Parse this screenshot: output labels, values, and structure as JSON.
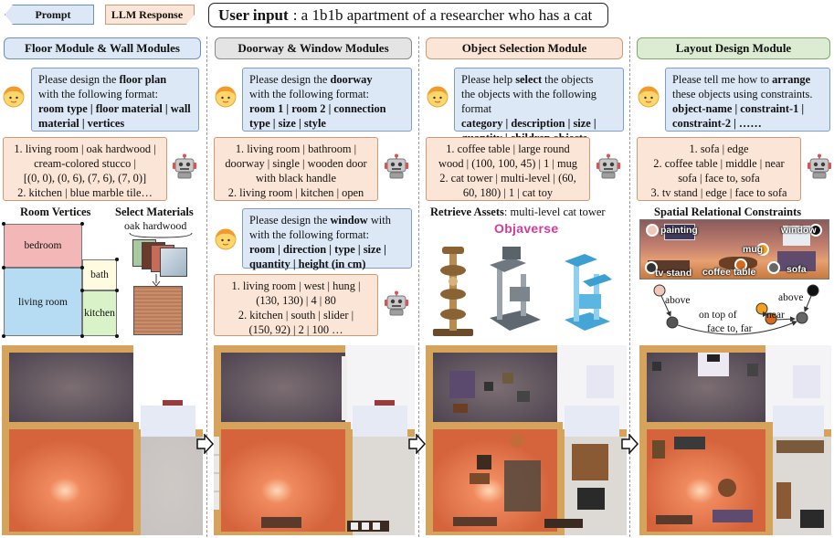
{
  "legend": {
    "prompt": "Prompt",
    "llm_response": "LLM Response"
  },
  "user_input": {
    "label": "User input",
    "text": ": a 1b1b apartment of a researcher who has a cat"
  },
  "columns": [
    {
      "title": "Floor Module & Wall Modules",
      "color": "#dce8f5",
      "border": "#6f8fb8"
    },
    {
      "title": "Doorway & Window Modules",
      "color": "#e4e4e4",
      "border": "#8a8a8a"
    },
    {
      "title": "Object Selection Module",
      "color": "#fbe5d6",
      "border": "#c99a78"
    },
    {
      "title": "Layout Design Module",
      "color": "#dcecd3",
      "border": "#7fa866"
    }
  ],
  "col1": {
    "prompt": {
      "t1": "Please design the ",
      "b1": "floor plan",
      "t2": " with the following format:",
      "b2": "room type | floor material | wall material | vertices"
    },
    "response": {
      "l1": "1. living room | oak hardwood |",
      "l2": "cream-colored stucco |",
      "l3": "[(0, 0), (0, 6), (7, 6), (7, 0)]",
      "l4": "2. kitchen | blue marble tile…"
    },
    "room_vertices_title": "Room Vertices",
    "select_materials_title": "Select Materials",
    "material_label": "oak hardwood",
    "rooms": {
      "bedroom": "bedroom",
      "bath": "bath",
      "living": "living room",
      "kitchen": "kitchen"
    }
  },
  "col2": {
    "prompt1": {
      "t1": "Please design the ",
      "b1": "doorway",
      "t2": " with the following format:",
      "b2": "room 1 | room 2 | connection type | size | style"
    },
    "response1": {
      "l1": "1. living room | bathroom |",
      "l2": "doorway | single | wooden door",
      "l3": "with black handle",
      "l4": "2. living room | kitchen | open"
    },
    "prompt2": {
      "t1": "Please design the ",
      "b1": "window",
      "t2": " with the following format:",
      "b2": "room | direction | type | size | quantity | height (in cm)"
    },
    "response2": {
      "l1": "1. living room | west | hung |",
      "l2": "(130, 130) | 4 | 80",
      "l3": "2. kitchen | south | slider |",
      "l4": "(150, 92) | 2 | 100 …"
    }
  },
  "col3": {
    "prompt": {
      "t1": "Please help ",
      "b1": "select",
      "t2": " the objects with the following format",
      "b2": "category | description | size | quantity | children objects"
    },
    "response": {
      "l1": "1. coffee table | large round",
      "l2": "wood | (100, 100, 45) | 1 | mug",
      "l3": "2. cat tower | multi-level | (60,",
      "l4": "60, 180) | 1 | cat toy"
    },
    "retrieve": {
      "label": "Retrieve Assets",
      "text": ": multi-level cat tower"
    },
    "objaverse": "Objaverse"
  },
  "col4": {
    "prompt": {
      "t1": "Please tell me how to ",
      "b1": "arrange",
      "t2": " these objects using constraints.",
      "b2": "object-name | constraint-1 | constraint-2 | ……"
    },
    "response": {
      "l1": "1. sofa | edge",
      "l2": "2. coffee table | middle | near",
      "l3": "sofa | face to, sofa",
      "l4": "3. tv stand | edge | face to sofa"
    },
    "spatial_title": "Spatial Relational Constraints",
    "scene_labels": {
      "painting": "painting",
      "mug": "mug",
      "tv_stand": "tv stand",
      "coffee_table": "coffee table",
      "sofa": "sofa",
      "window": "window"
    },
    "graph_labels": {
      "above1": "above",
      "above2": "above",
      "on_top_of": "on top of",
      "near": "near",
      "face_to_far": "face to, far"
    }
  },
  "colors": {
    "prompt_bg": "#dce8f5",
    "response_bg": "#fbe5d6",
    "floor_wood": "#d9704f",
    "bedroom": "#f4b7b7",
    "living": "#b5dcf3",
    "kitchen": "#d9f2c8",
    "bath": "#fffbe0"
  }
}
